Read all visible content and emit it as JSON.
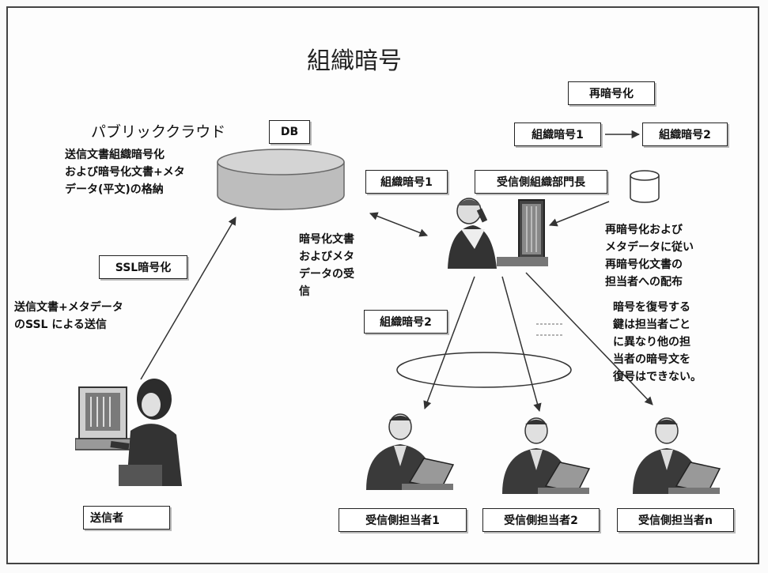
{
  "title": "組織暗号",
  "public_cloud": "パブリッククラウド",
  "db_label": "DB",
  "reencrypt_label": "再暗号化",
  "org_cipher1_top": "組織暗号1",
  "org_cipher2_top": "組織暗号2",
  "storage_note": [
    "送信文書組織暗号化",
    "および暗号化文書+メタ",
    "データ(平文)の格納"
  ],
  "org_cipher1_mid": "組織暗号1",
  "receiver_head_label": "受信側組織部門長",
  "ssl_label": "SSL暗号化",
  "receive_note": [
    "暗号化文書",
    "およびメタ",
    "データの受",
    "信"
  ],
  "redistribute_note": [
    "再暗号化および",
    "メタデータに従い",
    "再暗号化文書の",
    "担当者への配布"
  ],
  "key_note": [
    "暗号を復号する",
    "鍵は担当者ごと",
    "に異なり他の担",
    "当者の暗号文を",
    "復号はできない。"
  ],
  "send_note": [
    "送信文書+メタデータ",
    "のSSL による送信"
  ],
  "org_cipher2_mid": "組織暗号2",
  "sender_label": "送信者",
  "receiver1_label": "受信側担当者1",
  "receiver2_label": "受信側担当者2",
  "receivern_label": "受信側担当者n",
  "colors": {
    "db_fill": "#bdbdbd",
    "line": "#333333"
  }
}
